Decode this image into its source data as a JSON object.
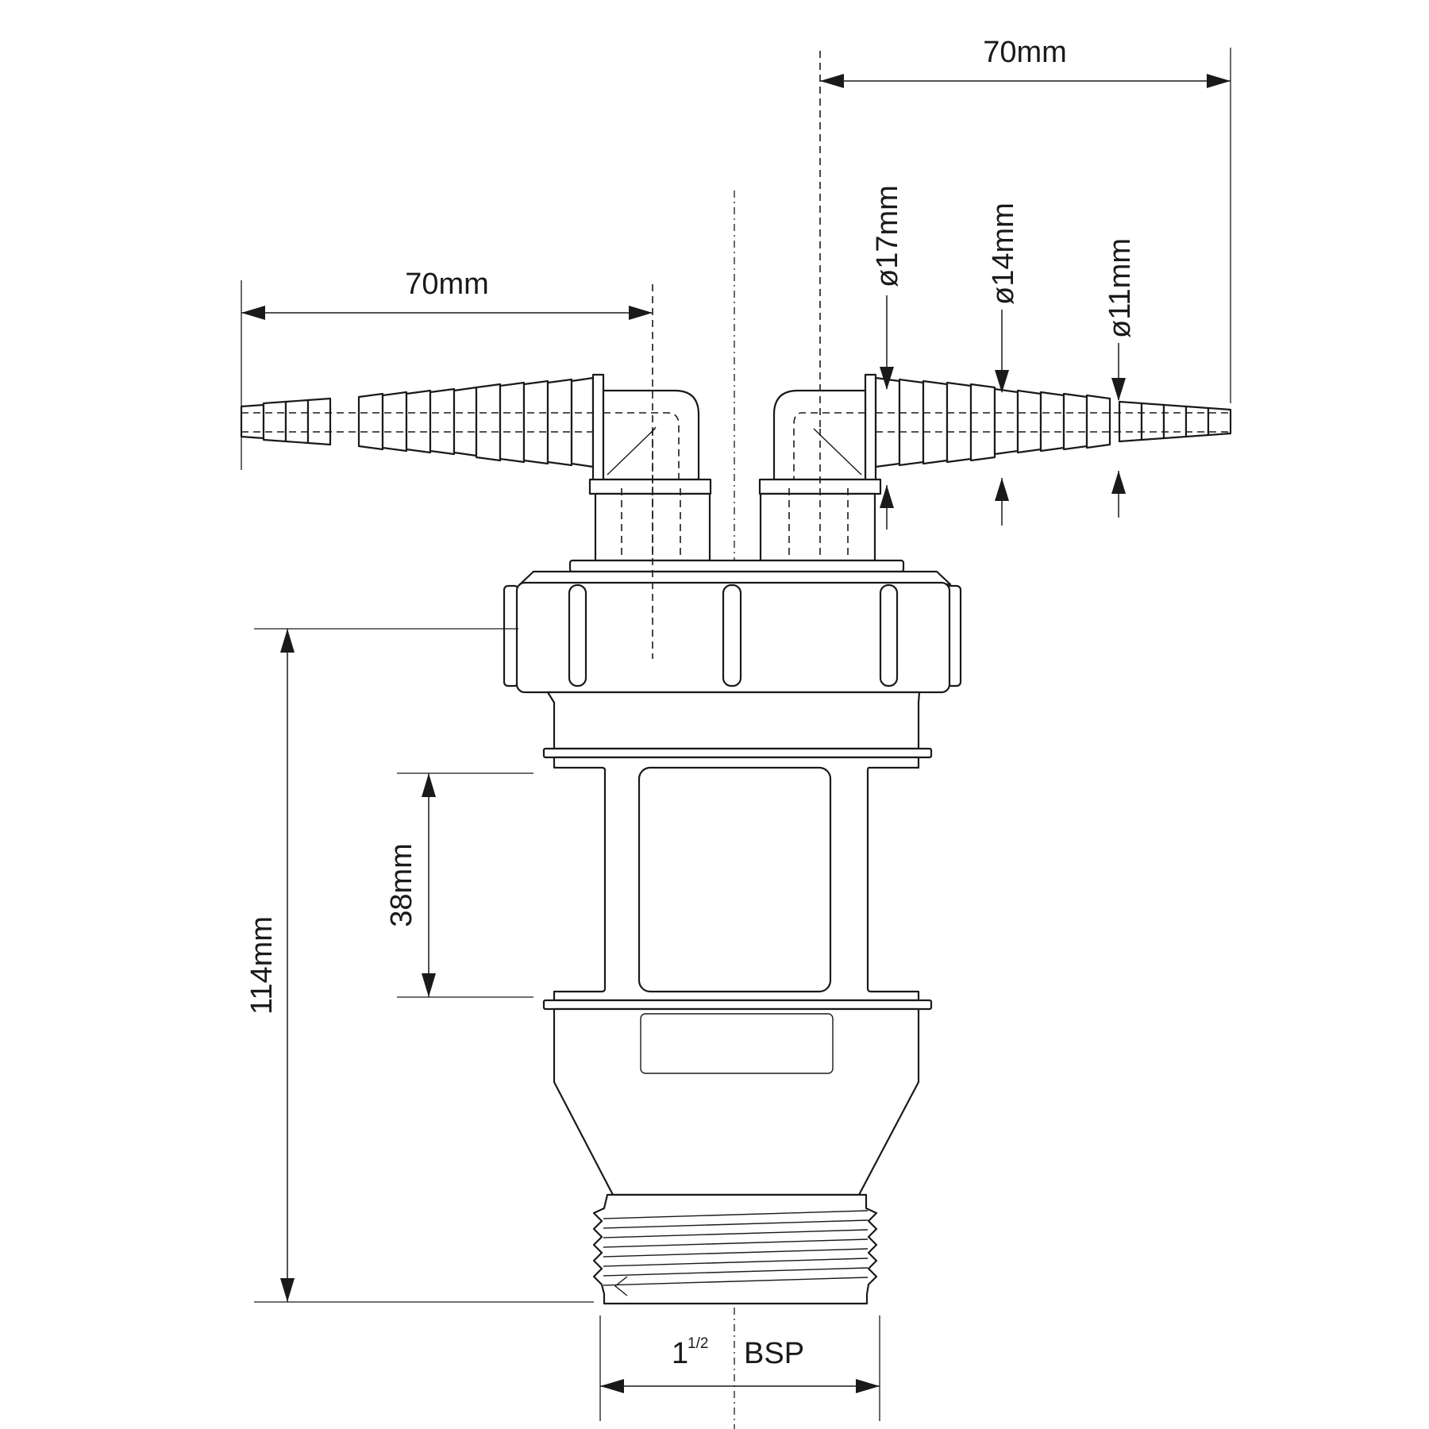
{
  "dimensions": {
    "left_spigot_length": "70mm",
    "right_spigot_length": "70mm",
    "dia_17": "ø17mm",
    "dia_14": "ø14mm",
    "dia_11": "ø11mm",
    "overall_height": "114mm",
    "body_window_height": "38mm",
    "thread_size_whole": "1",
    "thread_size_fraction": "1/2",
    "thread_type": "BSP"
  }
}
